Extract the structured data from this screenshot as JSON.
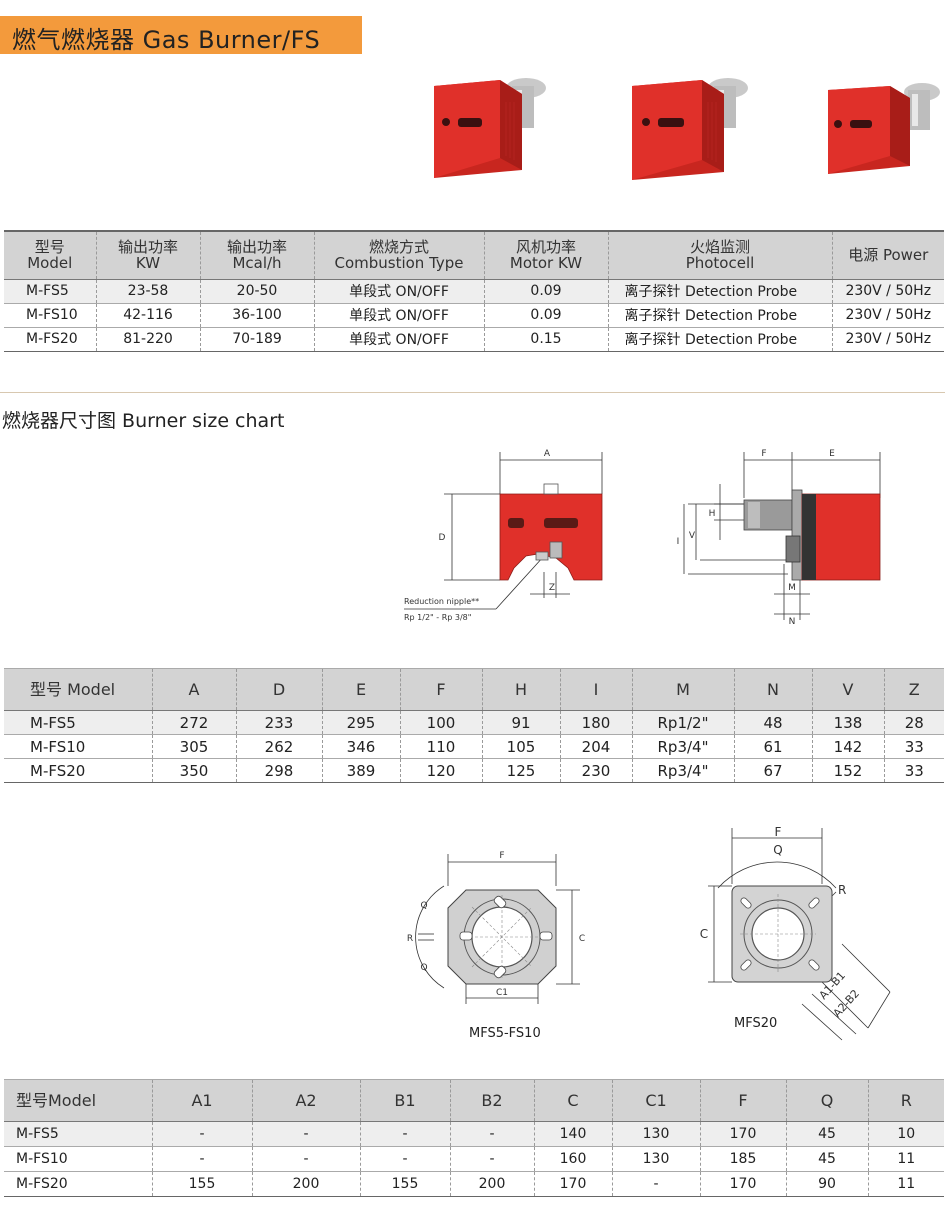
{
  "header": {
    "title": "燃气燃烧器 Gas Burner/FS"
  },
  "spec_table": {
    "headers": [
      [
        "型号",
        "Model"
      ],
      [
        "输出功率",
        "KW"
      ],
      [
        "输出功率",
        "Mcal/h"
      ],
      [
        "燃烧方式",
        "Combustion Type"
      ],
      [
        "风机功率",
        "Motor  KW"
      ],
      [
        "火焰监测",
        "Photocell"
      ],
      [
        "电源 Power",
        ""
      ]
    ],
    "rows": [
      [
        "M-FS5",
        "23-58",
        "20-50",
        "单段式 ON/OFF",
        "0.09",
        "离子探针 Detection Probe",
        "230V / 50Hz"
      ],
      [
        "M-FS10",
        "42-116",
        "36-100",
        "单段式 ON/OFF",
        "0.09",
        "离子探针 Detection Probe",
        "230V / 50Hz"
      ],
      [
        "M-FS20",
        "81-220",
        "70-189",
        "单段式 ON/OFF",
        "0.15",
        "离子探针 Detection Probe",
        "230V / 50Hz"
      ]
    ]
  },
  "size_section": {
    "title": "燃烧器尺寸图 Burner size chart"
  },
  "size_diagram": {
    "dims": [
      "A",
      "D",
      "Z",
      "F",
      "E",
      "H",
      "V",
      "I",
      "M",
      "N"
    ],
    "note1": "Reduction nipple**",
    "note2": "Rp 1/2\" - Rp 3/8\""
  },
  "size_table": {
    "headers": [
      "型号 Model",
      "A",
      "D",
      "E",
      "F",
      "H",
      "I",
      "M",
      "N",
      "V",
      "Z"
    ],
    "rows": [
      [
        "M-FS5",
        "272",
        "233",
        "295",
        "100",
        "91",
        "180",
        "Rp1/2\"",
        "48",
        "138",
        "28"
      ],
      [
        "M-FS10",
        "305",
        "262",
        "346",
        "110",
        "105",
        "204",
        "Rp3/4\"",
        "61",
        "142",
        "33"
      ],
      [
        "M-FS20",
        "350",
        "298",
        "389",
        "120",
        "125",
        "230",
        "Rp3/4\"",
        "67",
        "152",
        "33"
      ]
    ]
  },
  "flange_diagram": {
    "left_dims": [
      "F",
      "Q",
      "R",
      "Q",
      "C",
      "C1"
    ],
    "left_caption": "MFS5-FS10",
    "right_dims": [
      "F",
      "Q",
      "R",
      "C",
      "A1-B1",
      "A2-B2"
    ],
    "right_caption": "MFS20"
  },
  "flange_table": {
    "headers": [
      "型号Model",
      "A1",
      "A2",
      "B1",
      "B2",
      "C",
      "C1",
      "F",
      "Q",
      "R"
    ],
    "rows": [
      [
        "M-FS5",
        "-",
        "-",
        "-",
        "-",
        "140",
        "130",
        "170",
        "45",
        "10"
      ],
      [
        "M-FS10",
        "-",
        "-",
        "-",
        "-",
        "160",
        "130",
        "185",
        "45",
        "11"
      ],
      [
        "M-FS20",
        "155",
        "200",
        "155",
        "200",
        "170",
        "-",
        "170",
        "90",
        "11"
      ]
    ]
  },
  "colors": {
    "title_bar": "#f39a3c",
    "burner_red": "#e0302a",
    "header_gray": "#d3d3d3"
  }
}
